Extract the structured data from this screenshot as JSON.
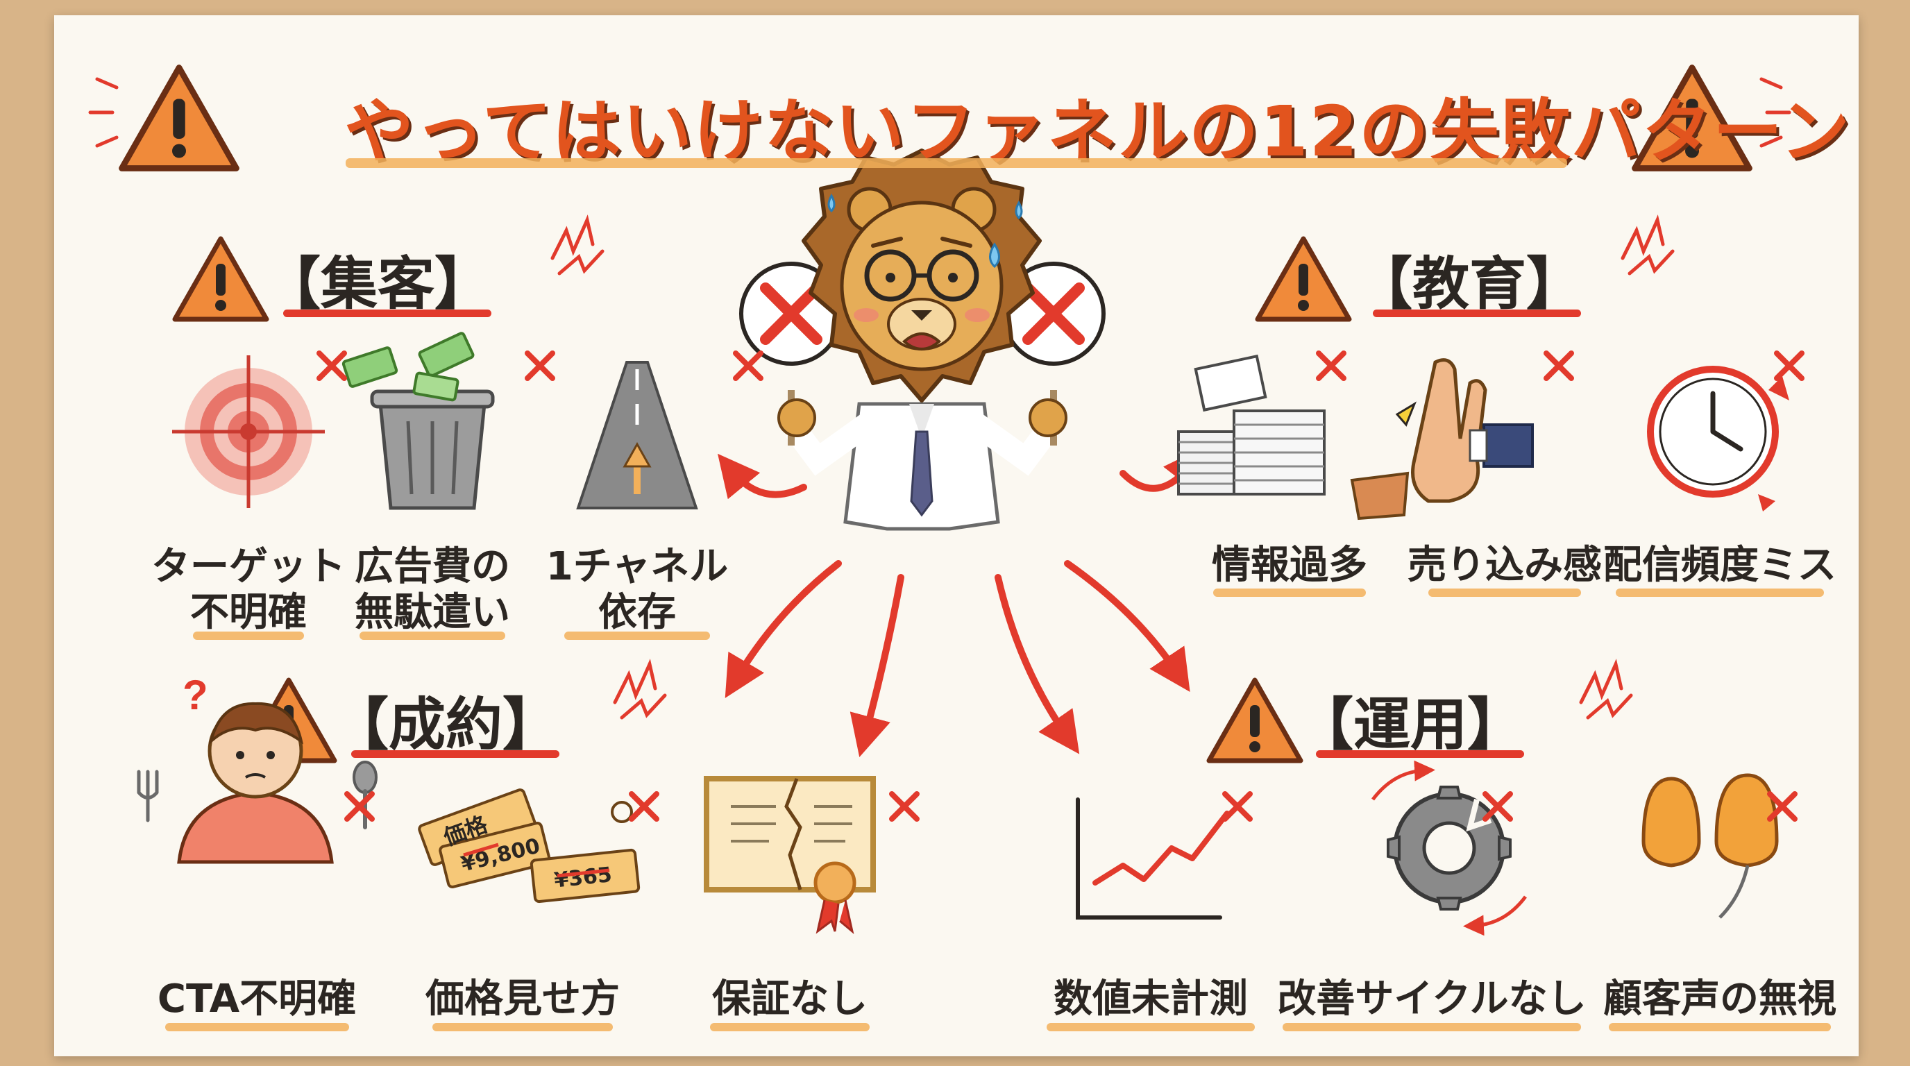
{
  "title": "やってはいけないファネルの12の失敗パターン",
  "categories": [
    {
      "label": "【集客】",
      "items": [
        {
          "label": "ターゲット\n不明確",
          "icon": "target-icon"
        },
        {
          "label": "広告費の\n無駄遣い",
          "icon": "money-trash-icon"
        },
        {
          "label": "1チャネル\n依存",
          "icon": "single-road-icon"
        }
      ]
    },
    {
      "label": "【教育】",
      "items": [
        {
          "label": "情報過多",
          "icon": "paper-stack-icon"
        },
        {
          "label": "売り込み感",
          "icon": "stop-hand-icon"
        },
        {
          "label": "配信頻度ミス",
          "icon": "clock-icon"
        }
      ]
    },
    {
      "label": "【成約】",
      "items": [
        {
          "label": "CTA不明確",
          "icon": "confused-person-icon"
        },
        {
          "label": "価格見せ方",
          "icon": "price-tag-icon"
        },
        {
          "label": "保証なし",
          "icon": "torn-certificate-icon"
        }
      ]
    },
    {
      "label": "【運用】",
      "items": [
        {
          "label": "数値未計測",
          "icon": "line-chart-icon"
        },
        {
          "label": "改善サイクルなし",
          "icon": "broken-gear-icon"
        },
        {
          "label": "顧客声の無視",
          "icon": "ear-plug-icon"
        }
      ]
    }
  ],
  "price_tags": [
    "価格",
    "¥9,800",
    "¥365"
  ],
  "colors": {
    "accent": "#e2541e",
    "warning": "#f08a3a",
    "cross": "#e23a2c",
    "underline": "#f2b05a"
  }
}
